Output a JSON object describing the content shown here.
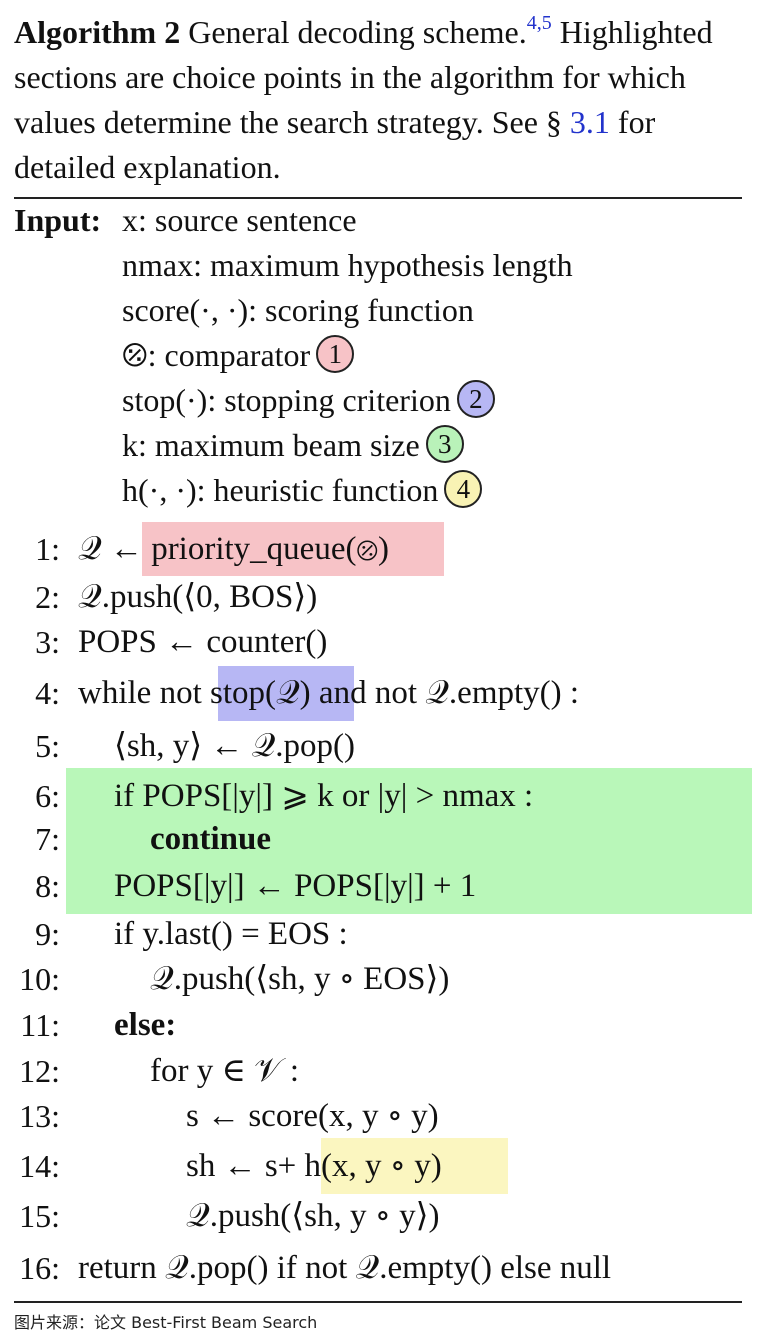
{
  "caption": {
    "label": "Algorithm 2",
    "text_1": " General decoding scheme.",
    "sup": "4,5",
    "text_2": " Highlighted sections are choice points in the algorithm for which values determine the search strategy. See § ",
    "ref": "3.1",
    "text_3": " for detailed explanation."
  },
  "inputs": {
    "label": "Input:",
    "items": [
      {
        "text": "x: source sentence"
      },
      {
        "text": "nmax: maximum hypothesis length"
      },
      {
        "text": "score(·, ·): scoring function"
      },
      {
        "text": "⦼: comparator",
        "badge": "1"
      },
      {
        "text": "stop(·): stopping criterion",
        "badge": "2"
      },
      {
        "text": "k: maximum beam size",
        "badge": "3"
      },
      {
        "text": "h(·, ·): heuristic function",
        "badge": "4"
      }
    ]
  },
  "lines": [
    {
      "n": "1:",
      "text": "𝒬 ← priority_queue(⦼)"
    },
    {
      "n": "2:",
      "text": "𝒬.push(⟨0, BOS⟩)"
    },
    {
      "n": "3:",
      "text": "POPS ← counter()"
    },
    {
      "n": "4:",
      "text": "while not stop(𝒬) and not 𝒬.empty() :"
    },
    {
      "n": "5:",
      "text": "⟨sh, y⟩ ← 𝒬.pop()"
    },
    {
      "n": "6:",
      "text": "if POPS[|y|] ⩾ k or |y| > nmax :"
    },
    {
      "n": "7:",
      "text": "continue"
    },
    {
      "n": "8:",
      "text": "POPS[|y|] ← POPS[|y|] + 1"
    },
    {
      "n": "9:",
      "text": "if y.last() = EOS :"
    },
    {
      "n": "10:",
      "text": "𝒬.push(⟨sh, y ∘ EOS⟩)"
    },
    {
      "n": "11:",
      "text": "else:"
    },
    {
      "n": "12:",
      "text": "for y ∈ 𝒱 :"
    },
    {
      "n": "13:",
      "text": "s ← score(x, y ∘ y)"
    },
    {
      "n": "14:",
      "text": "sh ← s+ h(x, y ∘ y)"
    },
    {
      "n": "15:",
      "text": "𝒬.push(⟨sh, y ∘ y⟩)"
    },
    {
      "n": "16:",
      "text": "return 𝒬.pop() if not 𝒬.empty() else null"
    }
  ],
  "footer": "图片来源：论文 Best-First Beam Search",
  "colors": {
    "comparator": "#f7c3c7",
    "stop": "#b7b7f4",
    "beam": "#b9f7b9",
    "heuristic": "#fbf6c0"
  }
}
